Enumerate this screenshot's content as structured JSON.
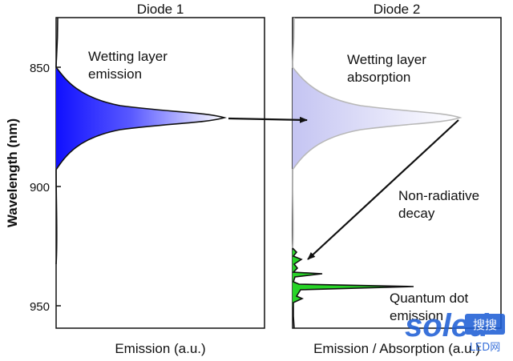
{
  "panels": {
    "left": {
      "title": "Diode 1",
      "xlabel": "Emission (a.u.)"
    },
    "right": {
      "title": "Diode 2",
      "xlabel": "Emission / Absorption (a.u.)"
    }
  },
  "yaxis": {
    "label": "Wavelength (nm)",
    "ticks": [
      "850",
      "900",
      "950"
    ]
  },
  "annotations": {
    "wetting_emission": [
      "Wetting layer",
      "emission"
    ],
    "wetting_absorption": [
      "Wetting layer",
      "absorption"
    ],
    "nonradiative": [
      "Non-radiative",
      "decay"
    ],
    "qd_emission": [
      "Quantum dot",
      "emission"
    ]
  },
  "watermark": {
    "text": "soled",
    "badge": "搜搜",
    "sub": "LED网"
  },
  "colors": {
    "emission_fill": "#1a1aff",
    "absorption_fill": "#c9c9f5",
    "qd_fill": "#27d427",
    "watermark": "#1f5fd6"
  }
}
